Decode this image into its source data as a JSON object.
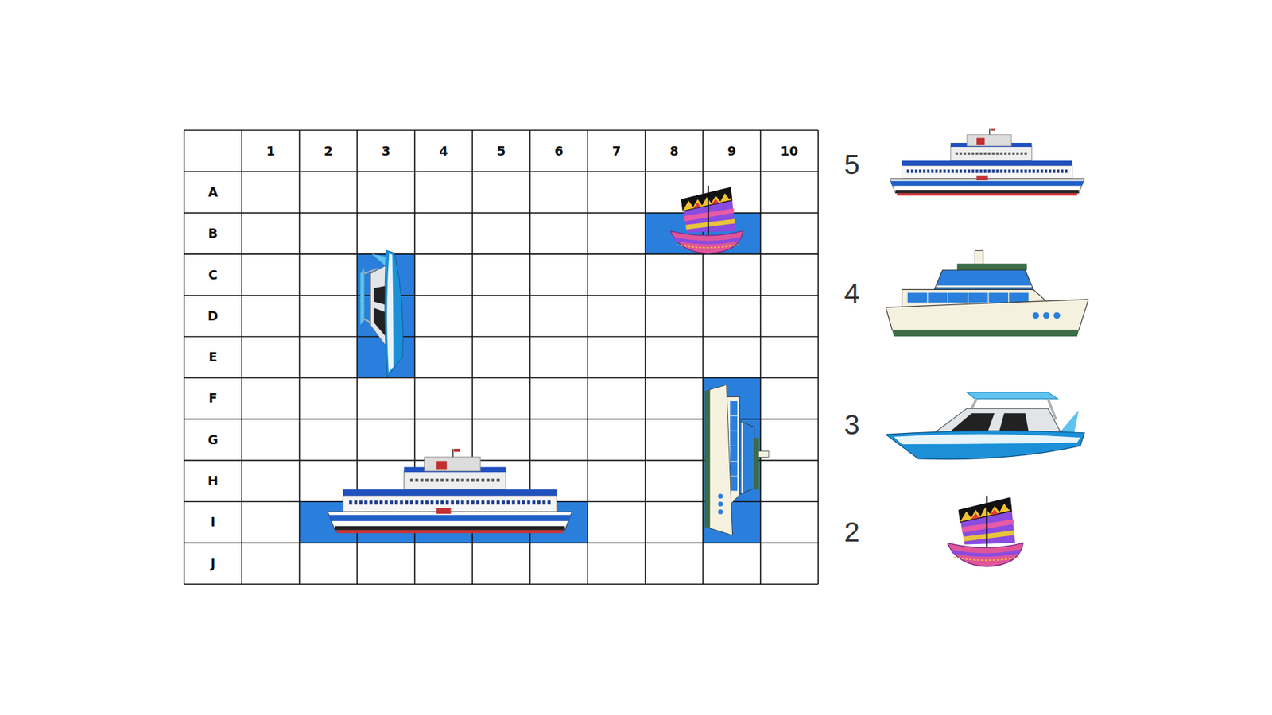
{
  "diagram": {
    "labels": [
      "1",
      "2",
      "3",
      "4",
      "5",
      "6",
      "7",
      "8",
      "9",
      "10",
      "A",
      "B",
      "C",
      "D",
      "E",
      "F",
      "G",
      "H",
      "I",
      "J",
      "5",
      "4",
      "3",
      "2"
    ]
  }
}
